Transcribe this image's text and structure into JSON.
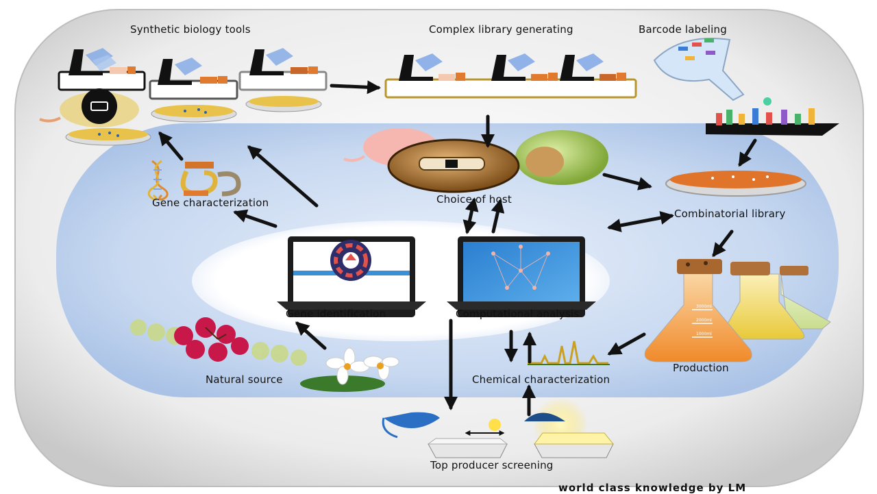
{
  "labels": {
    "synthetic_biology_tools": "Synthetic  biology tools",
    "complex_library_generating": "Complex library generating",
    "barcode_labeling": "Barcode  labeling",
    "choice_of_host": "Choice of host",
    "gene_characterization": "Gene  characterization",
    "combinatorial_library": "Combinatorial library",
    "gene_identification": "Gene  identification",
    "computational_analysis": "Computational analysis",
    "production": "Production",
    "natural_source": "Natural source",
    "chemical_characterization": "Chemical characterization",
    "top_producer_screening": "Top producer screening"
  },
  "flask_marks": [
    "3000ml",
    "2000ml",
    "1000ml"
  ],
  "credit": "world class knowledge by LM",
  "colors": {
    "outer_panel": "#e6e6e6",
    "cell_blue": "#c4d6ef",
    "inner_white": "#ffffff",
    "arrow": "#111111",
    "dish_agar": "#e8c24a",
    "laptop_screen": "#3b8fd6",
    "flask_liquid": "#f39a3e"
  }
}
